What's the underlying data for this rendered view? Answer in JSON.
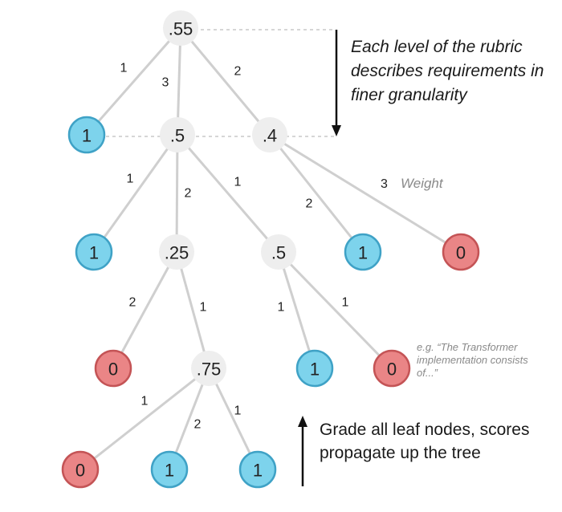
{
  "colors": {
    "gray_node": "#eeeeee",
    "blue_leaf": "#7dd3ec",
    "blue_stroke": "#3fa2c6",
    "red_leaf": "#ea8586",
    "red_stroke": "#c45456",
    "edge": "#cfcfcf",
    "dashed": "#c8c8c8"
  },
  "nodes": [
    {
      "id": "root",
      "label": ".55",
      "kind": "gray"
    },
    {
      "id": "l1a",
      "label": "1",
      "kind": "blue"
    },
    {
      "id": "l1b",
      "label": ".5",
      "kind": "gray"
    },
    {
      "id": "l1c",
      "label": ".4",
      "kind": "gray"
    },
    {
      "id": "l2a",
      "label": "1",
      "kind": "blue"
    },
    {
      "id": "l2b",
      "label": ".25",
      "kind": "gray"
    },
    {
      "id": "l2c",
      "label": ".5",
      "kind": "gray"
    },
    {
      "id": "l2d",
      "label": "1",
      "kind": "blue"
    },
    {
      "id": "l2e",
      "label": "0",
      "kind": "red"
    },
    {
      "id": "l3a",
      "label": "0",
      "kind": "red"
    },
    {
      "id": "l3b",
      "label": ".75",
      "kind": "gray"
    },
    {
      "id": "l3c",
      "label": "1",
      "kind": "blue"
    },
    {
      "id": "l3d",
      "label": "0",
      "kind": "red"
    },
    {
      "id": "l4a",
      "label": "0",
      "kind": "red"
    },
    {
      "id": "l4b",
      "label": "1",
      "kind": "blue"
    },
    {
      "id": "l4c",
      "label": "1",
      "kind": "blue"
    }
  ],
  "edges": [
    {
      "from": "root",
      "to": "l1a",
      "weight": "1"
    },
    {
      "from": "root",
      "to": "l1b",
      "weight": "3"
    },
    {
      "from": "root",
      "to": "l1c",
      "weight": "2"
    },
    {
      "from": "l1b",
      "to": "l2a",
      "weight": "1"
    },
    {
      "from": "l1b",
      "to": "l2b",
      "weight": "2"
    },
    {
      "from": "l1b",
      "to": "l2c",
      "weight": "1"
    },
    {
      "from": "l1c",
      "to": "l2d",
      "weight": "2"
    },
    {
      "from": "l1c",
      "to": "l2e",
      "weight": ""
    },
    {
      "from": "l2b",
      "to": "l3a",
      "weight": "2"
    },
    {
      "from": "l2b",
      "to": "l3b",
      "weight": "1"
    },
    {
      "from": "l2c",
      "to": "l3c",
      "weight": "1"
    },
    {
      "from": "l2c",
      "to": "l3d",
      "weight": "1"
    },
    {
      "from": "l3b",
      "to": "l4a",
      "weight": "1"
    },
    {
      "from": "l3b",
      "to": "l4b",
      "weight": "2"
    },
    {
      "from": "l3b",
      "to": "l4c",
      "weight": "1"
    }
  ],
  "annotations": {
    "top_note": "Each level of the rubric describes requirements in finer granularity",
    "bottom_note": "Grade all leaf nodes, scores propagate up the tree",
    "example_note": "e.g. “The Transformer implementation consists of...”",
    "weight_label": "Weight",
    "weight_example_value": "3"
  }
}
